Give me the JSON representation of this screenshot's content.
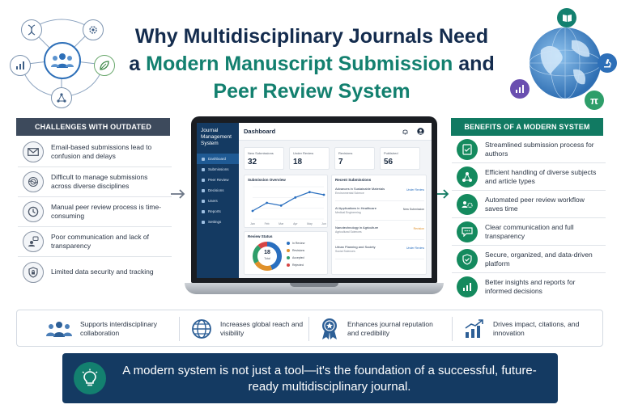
{
  "title": {
    "line1": "Why Multidisciplinary Journals Need",
    "line2_prefix": "a ",
    "line2_highlight": "Modern Manuscript Submission",
    "line2_suffix": " and",
    "line3": "Peer Review System"
  },
  "challenges": {
    "header": "CHALLENGES WITH OUTDATED SYSTEMS",
    "items": [
      {
        "icon": "envelope-icon",
        "text": "Email-based submissions lead to confusion and delays"
      },
      {
        "icon": "tangle-icon",
        "text": "Difficult to manage submissions across diverse disciplines"
      },
      {
        "icon": "clock-icon",
        "text": "Manual peer review process is time-consuming"
      },
      {
        "icon": "chat-person-icon",
        "text": "Poor communication and lack of transparency"
      },
      {
        "icon": "shield-lock-icon",
        "text": "Limited data security and tracking"
      }
    ]
  },
  "benefits": {
    "header": "BENEFITS OF A MODERN SYSTEM",
    "items": [
      {
        "icon": "document-check-icon",
        "text": "Streamlined submission process for authors"
      },
      {
        "icon": "network-icon",
        "text": "Efficient handling of diverse subjects and article types"
      },
      {
        "icon": "people-gear-icon",
        "text": "Automated peer review workflow saves time"
      },
      {
        "icon": "chat-icon",
        "text": "Clear communication and full transparency"
      },
      {
        "icon": "shield-check-icon",
        "text": "Secure, organized, and data-driven platform"
      },
      {
        "icon": "bar-chart-icon",
        "text": "Better insights and reports for informed decisions"
      }
    ]
  },
  "dashboard": {
    "app_title": "Journal Management System",
    "nav": [
      "Dashboard",
      "Submissions",
      "Peer Review",
      "Decisions",
      "Users",
      "Reports",
      "Settings"
    ],
    "header": "Dashboard",
    "stats": [
      {
        "label": "New Submissions",
        "value": "32"
      },
      {
        "label": "Under Review",
        "value": "18"
      },
      {
        "label": "Revisions",
        "value": "7"
      },
      {
        "label": "Published",
        "value": "56"
      }
    ],
    "overview_title": "Submission Overview",
    "overview_months": [
      "Jan",
      "Feb",
      "Mar",
      "Apr",
      "May",
      "Jun"
    ],
    "overview_values": [
      3,
      6,
      5,
      8,
      10,
      9
    ],
    "recent_title": "Recent Submissions",
    "recent": [
      {
        "title": "Advances in Sustainable Materials",
        "category": "Environmental Science",
        "status": "Under Review",
        "status_color": "#2a6fbf"
      },
      {
        "title": "AI Applications in Healthcare",
        "category": "Medical Engineering",
        "status": "New Submission",
        "status_color": "#3a4452"
      },
      {
        "title": "Nanotechnology in Agriculture",
        "category": "Agricultural Sciences",
        "status": "Revision",
        "status_color": "#e0912b"
      },
      {
        "title": "Urban Planning and Society",
        "category": "Social Sciences",
        "status": "Under Review",
        "status_color": "#2a6fbf"
      }
    ],
    "review_title": "Review Status",
    "review_total": "18",
    "review_total_label": "Total",
    "review_legend": [
      {
        "label": "In Review",
        "value": 8,
        "color": "#2a6fbf"
      },
      {
        "label": "Revisions",
        "value": 4,
        "color": "#e0912b"
      },
      {
        "label": "Accepted",
        "value": 4,
        "color": "#2e9e6a"
      },
      {
        "label": "Rejected",
        "value": 2,
        "color": "#d64545"
      }
    ]
  },
  "strip": [
    {
      "icon": "people-group-icon",
      "text": "Supports interdisciplinary collaboration"
    },
    {
      "icon": "globe-icon",
      "text": "Increases global reach and visibility"
    },
    {
      "icon": "award-icon",
      "text": "Enhances journal reputation and credibility"
    },
    {
      "icon": "trend-chart-icon",
      "text": "Drives impact, citations, and innovation"
    }
  ],
  "banner": {
    "icon": "lightbulb-icon",
    "text": "A modern system is not just a tool—it's the foundation of a successful, future-ready multidisciplinary journal."
  },
  "colors": {
    "navy": "#142c4e",
    "teal": "#13806f",
    "green": "#117a62",
    "slate": "#3d4a5c"
  }
}
